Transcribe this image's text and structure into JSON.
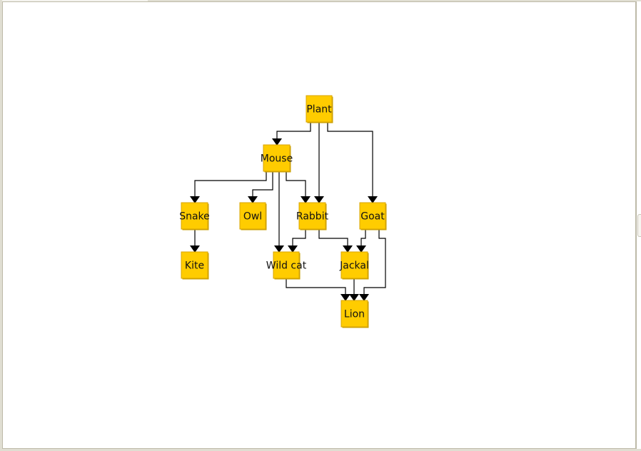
{
  "diagram": {
    "nodes": [
      {
        "id": "plant",
        "label": "Plant"
      },
      {
        "id": "mouse",
        "label": "Mouse"
      },
      {
        "id": "snake",
        "label": "Snake"
      },
      {
        "id": "owl",
        "label": "Owl"
      },
      {
        "id": "rabbit",
        "label": "Rabbit"
      },
      {
        "id": "goat",
        "label": "Goat"
      },
      {
        "id": "kite",
        "label": "Kite"
      },
      {
        "id": "wildcat",
        "label": "Wild cat"
      },
      {
        "id": "jackal",
        "label": "Jackal"
      },
      {
        "id": "lion",
        "label": "Lion"
      }
    ],
    "edges": [
      {
        "from": "plant",
        "to": "mouse"
      },
      {
        "from": "plant",
        "to": "rabbit"
      },
      {
        "from": "plant",
        "to": "goat"
      },
      {
        "from": "mouse",
        "to": "snake"
      },
      {
        "from": "mouse",
        "to": "owl"
      },
      {
        "from": "mouse",
        "to": "wildcat"
      },
      {
        "from": "mouse",
        "to": "rabbit"
      },
      {
        "from": "snake",
        "to": "kite"
      },
      {
        "from": "rabbit",
        "to": "wildcat"
      },
      {
        "from": "rabbit",
        "to": "jackal"
      },
      {
        "from": "goat",
        "to": "jackal"
      },
      {
        "from": "goat",
        "to": "lion"
      },
      {
        "from": "wildcat",
        "to": "lion"
      },
      {
        "from": "jackal",
        "to": "lion"
      }
    ],
    "colors": {
      "node_fill": "#ffcc00",
      "node_border": "#d9a400",
      "edge": "#000000"
    }
  }
}
